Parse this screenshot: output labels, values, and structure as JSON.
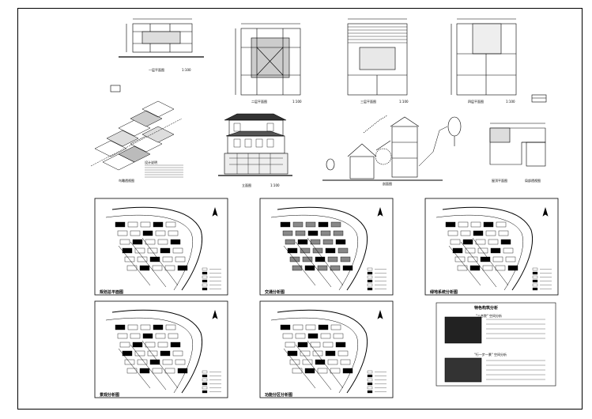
{
  "sheet": {
    "scale_labels": [
      "1:100",
      "1:100",
      "1:100",
      "1:100",
      "1:100"
    ],
    "ring_plan_labels": [
      "一层平面图",
      "二层平面图",
      "三层平面图",
      "四层平面图",
      "屋顶平面图"
    ],
    "elevation_label": "立面图",
    "section_label": "剖面图",
    "detail_label": "局部透视图",
    "axo_label": "鸟瞰透视图",
    "notes_label": "设计说明",
    "maps": [
      {
        "caption": "规划总平面图"
      },
      {
        "caption": "交通分析图"
      },
      {
        "caption": "绿地系统分析图"
      },
      {
        "caption": "景观分析图"
      },
      {
        "caption": "功能分区分析图"
      }
    ],
    "legend_title": "图例",
    "box_title": "特色构筑分析",
    "box_sub1": "\"三合院\" 空间分析",
    "box_sub2": "\"行一步一景\" 空间分析"
  }
}
